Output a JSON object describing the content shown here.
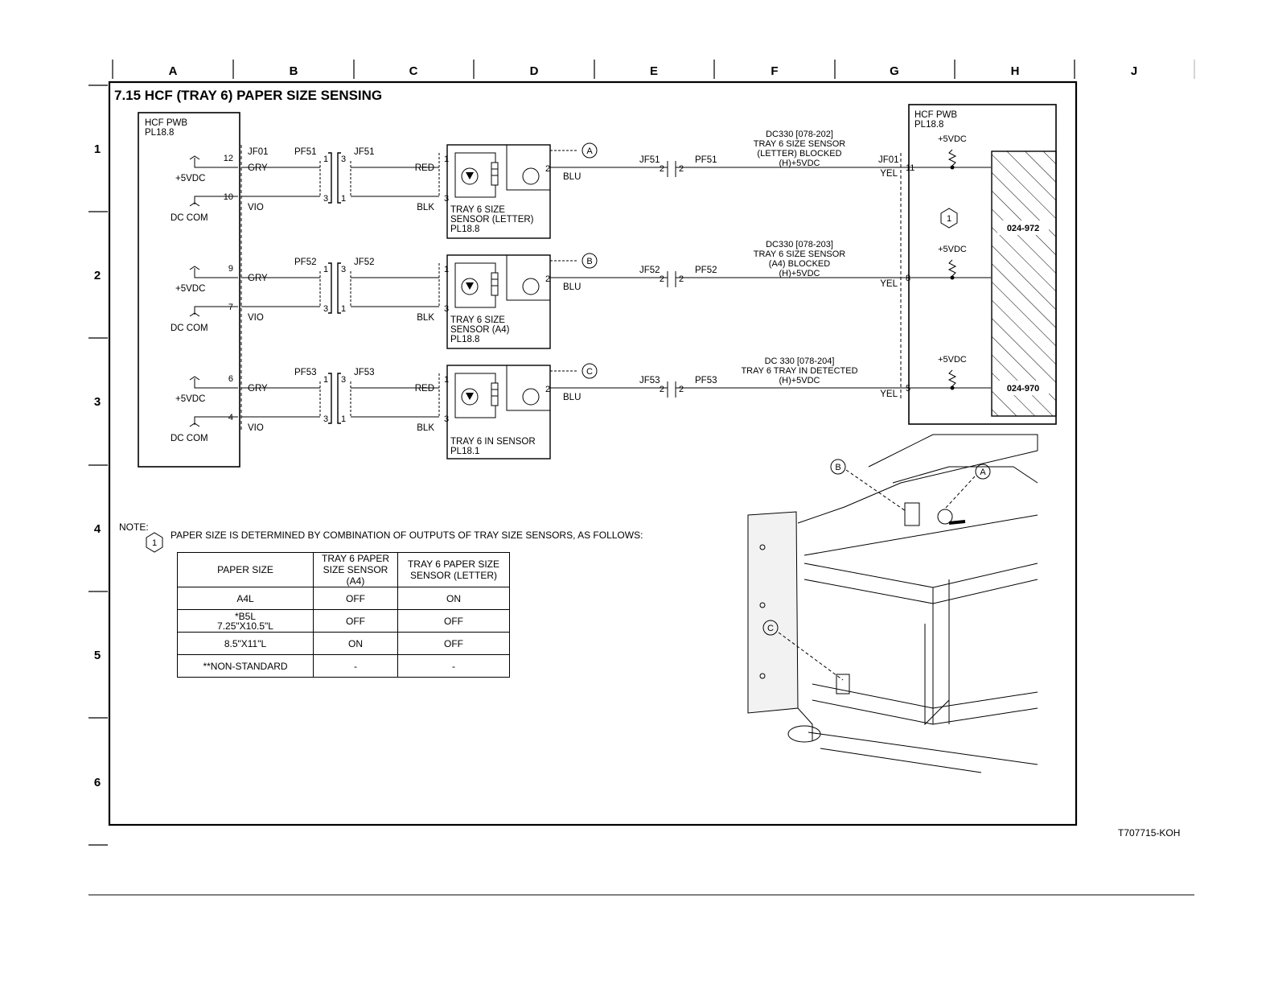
{
  "columns": [
    "A",
    "B",
    "C",
    "D",
    "E",
    "F",
    "G",
    "H",
    "J"
  ],
  "rows": [
    "1",
    "2",
    "3",
    "4",
    "5",
    "6"
  ],
  "title": "7.15 HCF (TRAY 6) PAPER SIZE SENSING",
  "left_pwb": {
    "name": "HCF PWB",
    "ref": "PL18.8"
  },
  "right_pwb": {
    "name": "HCF PWB",
    "ref": "PL18.8"
  },
  "circuits": [
    {
      "pin_hi": "12",
      "pin_lo": "10",
      "supply": "+5VDC",
      "ground": "DC COM",
      "c1": "JF01",
      "c2": "PF51",
      "c3": "JF51",
      "wire_hi": "GRY",
      "wire_lo": "VIO",
      "wire_red": "RED",
      "wire_blk": "BLK",
      "s1": "1",
      "s2": "2",
      "s3": "3",
      "sensor_name": "TRAY 6 SIZE",
      "sensor_name2": "SENSOR (LETTER)",
      "sensor_ref": "PL18.8",
      "marker": "A",
      "out_wire": "BLU",
      "jf": "JF51",
      "pf": "PF51",
      "signal1": "DC330 [078-202]",
      "signal2": "TRAY 6 SIZE SENSOR",
      "signal3": "(LETTER) BLOCKED",
      "signal4": "(H)+5VDC",
      "conn": "JF01",
      "yel": "YEL",
      "in_pin": "11",
      "pull": "+5VDC"
    },
    {
      "pin_hi": "9",
      "pin_lo": "7",
      "supply": "+5VDC",
      "ground": "DC COM",
      "c2": "PF52",
      "c3": "JF52",
      "wire_hi": "GRY",
      "wire_lo": "VIO",
      "wire_blk": "BLK",
      "s1": "1",
      "s2": "2",
      "s3": "3",
      "sensor_name": "TRAY 6 SIZE",
      "sensor_name2": "SENSOR (A4)",
      "sensor_ref": "PL18.8",
      "marker": "B",
      "out_wire": "BLU",
      "jf": "JF52",
      "pf": "PF52",
      "signal1": "DC330 [078-203]",
      "signal2": "TRAY 6 SIZE SENSOR",
      "signal3": "(A4) BLOCKED",
      "signal4": "(H)+5VDC",
      "yel": "YEL",
      "in_pin": "8",
      "pull": "+5VDC"
    },
    {
      "pin_hi": "6",
      "pin_lo": "4",
      "supply": "+5VDC",
      "ground": "DC COM",
      "c2": "PF53",
      "c3": "JF53",
      "wire_hi": "GRY",
      "wire_lo": "VIO",
      "wire_red": "RED",
      "wire_blk": "BLK",
      "s1": "1",
      "s2": "2",
      "s3": "3",
      "sensor_name": "TRAY 6 IN SENSOR",
      "sensor_ref": "PL18.1",
      "marker": "C",
      "out_wire": "BLU",
      "jf": "JF53",
      "pf": "PF53",
      "signal1": "DC 330 [078-204]",
      "signal2": "TRAY 6 TRAY IN DETECTED",
      "signal3": "(H)+5VDC",
      "yel": "YEL",
      "in_pin": "5",
      "pull": "+5VDC"
    }
  ],
  "conn_pins": {
    "l1": "1",
    "l3": "3",
    "r3": "3",
    "r1": "1",
    "e2": "2"
  },
  "refs": {
    "r1": "024-972",
    "r2": "024-970"
  },
  "note_num": "1",
  "note_label": "NOTE:",
  "note_text": "PAPER SIZE IS DETERMINED BY COMBINATION OF OUTPUTS OF TRAY SIZE SENSORS, AS FOLLOWS:",
  "table": {
    "headers": [
      "PAPER SIZE",
      "TRAY 6 PAPER SIZE SENSOR (A4)",
      "TRAY 6 PAPER SIZE SENSOR (LETTER)"
    ],
    "rows": [
      {
        "size": "A4L",
        "a4": "OFF",
        "letter": "ON"
      },
      {
        "size": "*B5L",
        "size2": "7.25\"X10.5\"L",
        "a4": "OFF",
        "letter": "OFF"
      },
      {
        "size": "8.5\"X11\"L",
        "a4": "ON",
        "letter": "OFF"
      },
      {
        "size": "**NON-STANDARD",
        "a4": "-",
        "letter": "-"
      }
    ]
  },
  "illustration_callouts": [
    "B",
    "A",
    "C"
  ],
  "doc_code": "T707715-KOH"
}
